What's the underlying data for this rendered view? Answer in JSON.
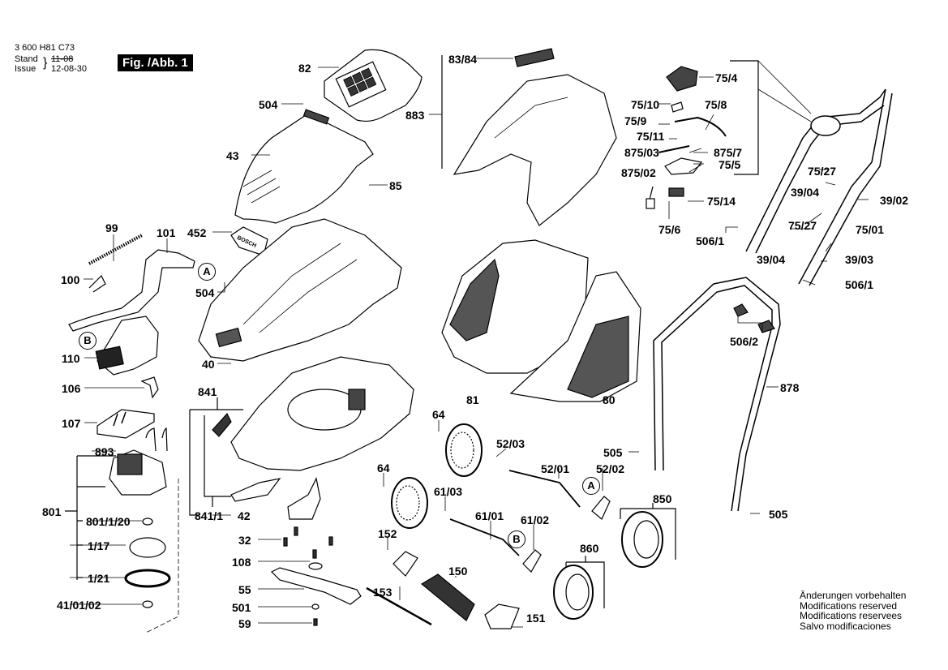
{
  "header": {
    "part_number": "3 600 H81 C73",
    "stand_label": "Stand",
    "issue_label": "Issue",
    "old_date": "11-08",
    "issue_date": "12-08-30",
    "figure_label": "Fig. /Abb. 1"
  },
  "notice": {
    "lines": [
      "Änderungen vorbehalten",
      "Modifications reserved",
      "Modifications reservees",
      "Salvo modificaciones"
    ]
  },
  "callouts": {
    "a": "A",
    "b": "B"
  },
  "parts": {
    "p82": "82",
    "p504a": "504",
    "p43": "43",
    "p85": "85",
    "p452": "452",
    "p504b": "504",
    "p40": "40",
    "p99": "99",
    "p101": "101",
    "p100": "100",
    "p110": "110",
    "p106": "106",
    "p107": "107",
    "p893": "893",
    "p801": "801",
    "p801_1_20": "801/1/20",
    "p1_17": "1/17",
    "p1_21": "1/21",
    "p41_01_02": "41/01/02",
    "p841": "841",
    "p841_1": "841/1",
    "p42": "42",
    "p32": "32",
    "p108": "108",
    "p55": "55",
    "p501": "501",
    "p59": "59",
    "p83_84": "83/84",
    "p883": "883",
    "p81": "81",
    "p80": "80",
    "p64a": "64",
    "p52_03": "52/03",
    "p52_01": "52/01",
    "p52_02": "52/02",
    "p64b": "64",
    "p61_03": "61/03",
    "p61_01": "61/01",
    "p61_02": "61/02",
    "p152": "152",
    "p150": "150",
    "p153": "153",
    "p151": "151",
    "p860": "860",
    "p850": "850",
    "p505a": "505",
    "p505b": "505",
    "p878": "878",
    "p506_2": "506/2",
    "p75_4": "75/4",
    "p75_10": "75/10",
    "p75_8": "75/8",
    "p75_9": "75/9",
    "p75_11": "75/11",
    "p875_03": "875/03",
    "p875_7": "875/7",
    "p875_02": "875/02",
    "p75_5": "75/5",
    "p75_14": "75/14",
    "p75_6": "75/6",
    "p506_1a": "506/1",
    "p75_27a": "75/27",
    "p39_04a": "39/04",
    "p39_02": "39/02",
    "p75_27b": "75/27",
    "p75_01": "75/01",
    "p39_04b": "39/04",
    "p39_03": "39/03",
    "p506_1b": "506/1"
  }
}
